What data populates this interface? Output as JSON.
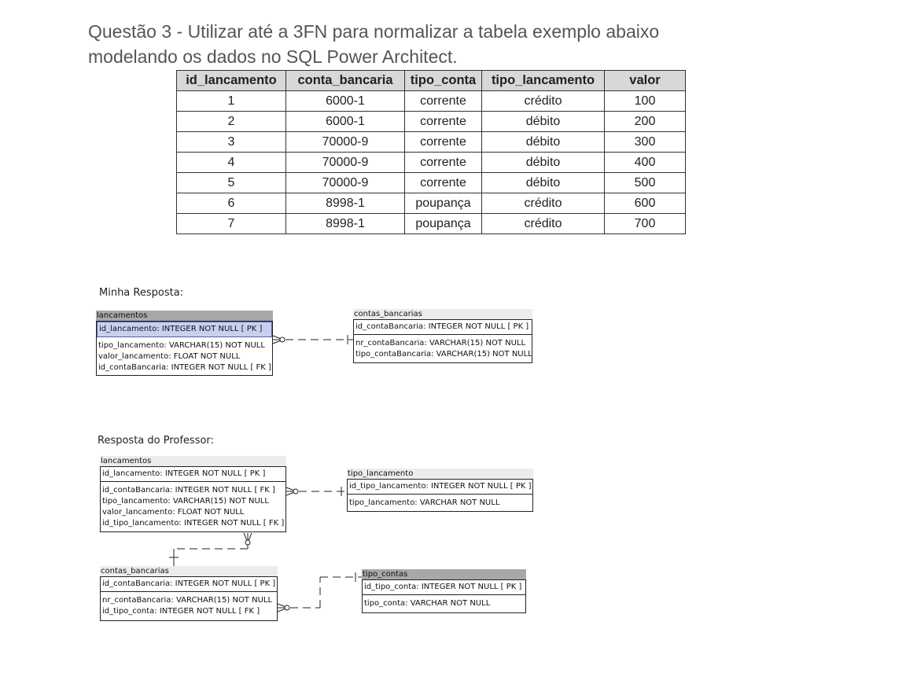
{
  "question": {
    "line1": "Questão 3 - Utilizar até a 3FN para normalizar a tabela exemplo abaixo",
    "line2": "modelando os dados no SQL Power Architect."
  },
  "table": {
    "headers": [
      "id_lancamento",
      "conta_bancaria",
      "tipo_conta",
      "tipo_lancamento",
      "valor"
    ],
    "rows": [
      [
        "1",
        "6000-1",
        "corrente",
        "crédito",
        "100"
      ],
      [
        "2",
        "6000-1",
        "corrente",
        "débito",
        "200"
      ],
      [
        "3",
        "70000-9",
        "corrente",
        "débito",
        "300"
      ],
      [
        "4",
        "70000-9",
        "corrente",
        "débito",
        "400"
      ],
      [
        "5",
        "70000-9",
        "corrente",
        "débito",
        "500"
      ],
      [
        "6",
        "8998-1",
        "poupança",
        "crédito",
        "600"
      ],
      [
        "7",
        "8998-1",
        "poupança",
        "crédito",
        "700"
      ]
    ]
  },
  "my_answer": {
    "caption": "Minha Resposta:",
    "lancamentos": {
      "name": "lancamentos",
      "pk": "id_lancamento: INTEGER   NOT NULL  [ PK ]",
      "cols": [
        "tipo_lancamento: VARCHAR(15)   NOT NULL",
        "valor_lancamento: FLOAT   NOT NULL",
        "id_contaBancaria: INTEGER   NOT NULL  [ FK ]"
      ]
    },
    "contas_bancarias": {
      "name": "contas_bancarias",
      "pk": "id_contaBancaria: INTEGER   NOT NULL  [ PK ]",
      "cols": [
        "nr_contaBancaria: VARCHAR(15)   NOT NULL",
        "tipo_contaBancaria: VARCHAR(15)   NOT NULL"
      ]
    }
  },
  "professor_answer": {
    "caption": "Resposta do Professor:",
    "lancamentos": {
      "name": "lancamentos",
      "pk": "id_lancamento: INTEGER   NOT NULL  [ PK ]",
      "cols": [
        "id_contaBancaria: INTEGER   NOT NULL  [ FK ]",
        "tipo_lancamento: VARCHAR(15)   NOT NULL",
        "valor_lancamento: FLOAT   NOT NULL",
        "id_tipo_lancamento: INTEGER   NOT NULL  [ FK ]"
      ]
    },
    "tipo_lancamento": {
      "name": "tipo_lancamento",
      "pk": "id_tipo_lancamento: INTEGER   NOT NULL  [ PK ]",
      "cols": [
        "tipo_lancamento: VARCHAR   NOT NULL"
      ]
    },
    "contas_bancarias": {
      "name": "contas_bancarias",
      "pk": "id_contaBancaria: INTEGER   NOT NULL  [ PK ]",
      "cols": [
        "nr_contaBancaria: VARCHAR(15)   NOT NULL",
        "id_tipo_conta: INTEGER   NOT NULL  [ FK ]"
      ]
    },
    "tipo_contas": {
      "name": "tipo_contas",
      "pk": "id_tipo_conta: INTEGER   NOT NULL  [ PK ]",
      "cols": [
        "tipo_conta: VARCHAR   NOT NULL"
      ]
    }
  }
}
